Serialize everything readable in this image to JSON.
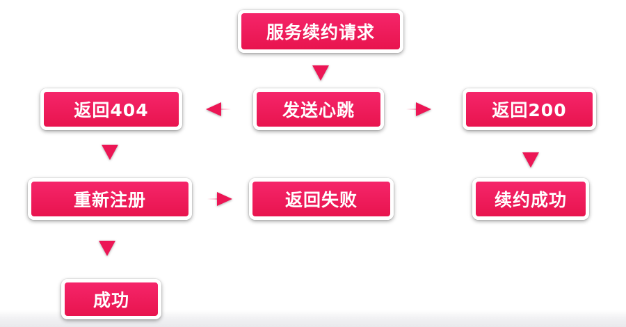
{
  "nodes": {
    "renew_request": "服务续约请求",
    "send_heartbeat": "发送心跳",
    "return_404": "返回404",
    "return_200": "返回200",
    "re_register": "重新注册",
    "return_fail": "返回失败",
    "renew_success": "续约成功",
    "success": "成功"
  },
  "colors": {
    "box_fill": "#ec1655",
    "arrow_fill": "#ec1655",
    "box_border": "#ffffff",
    "text": "#ffffff"
  }
}
